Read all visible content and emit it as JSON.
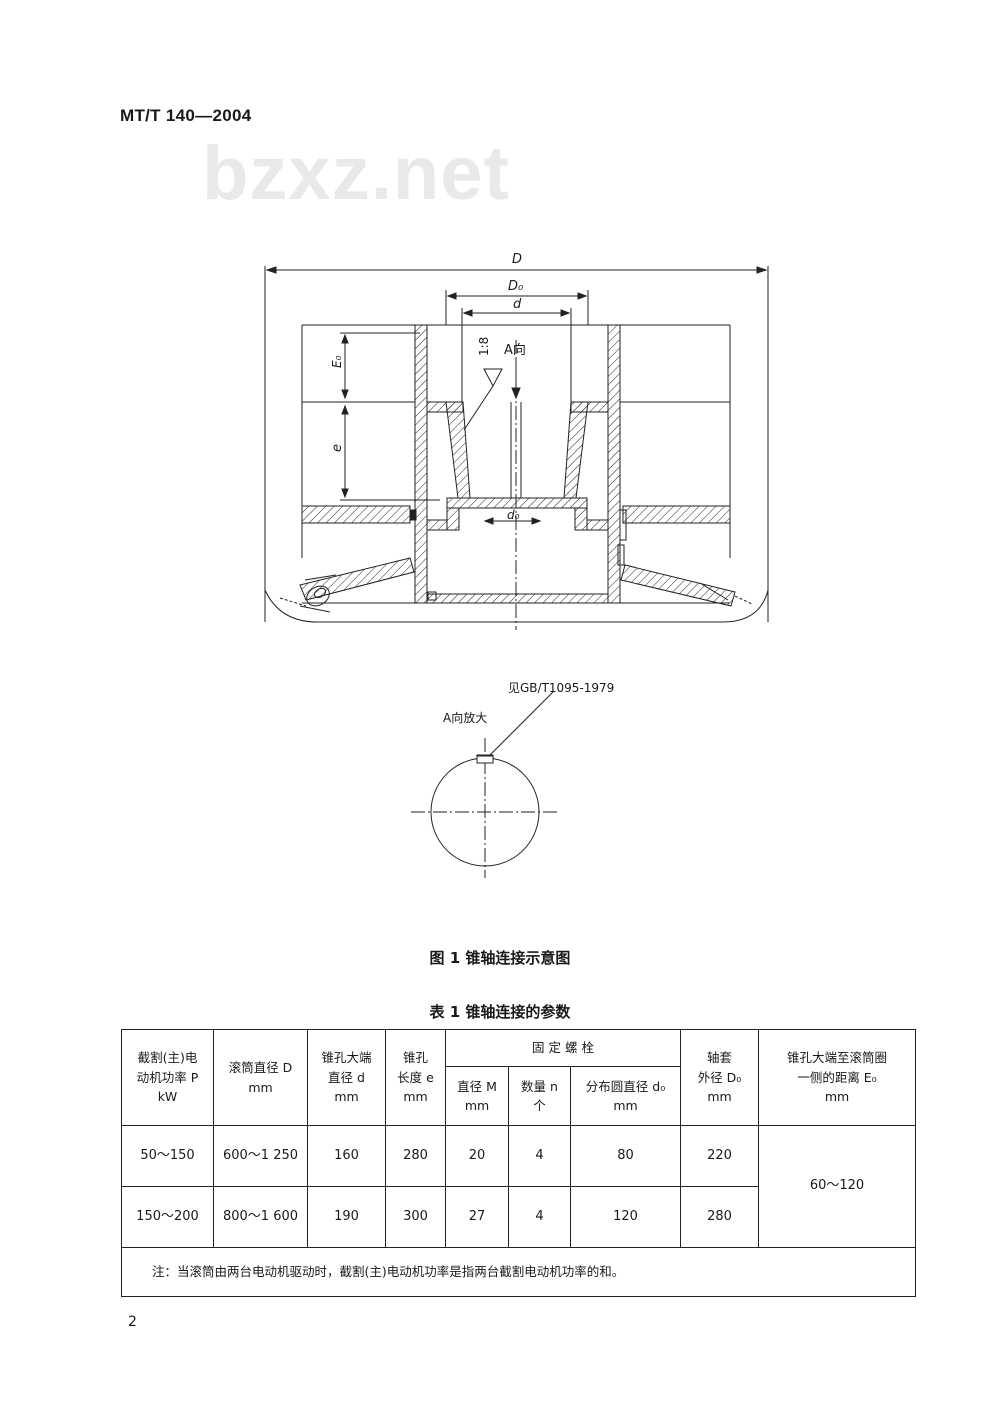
{
  "header": {
    "standard_code": "MT/T 140—2004"
  },
  "watermark": {
    "text": "bzxz.net"
  },
  "figure": {
    "labels": {
      "D": "D",
      "D0": "D₀",
      "d": "d",
      "taper": "1:8",
      "view_a": "A向",
      "E0": "E₀",
      "e": "e",
      "d0": "d₀",
      "ref_standard": "见GB/T1095-1979",
      "view_a_enlarged": "A向放大"
    },
    "caption": "图 1   锥轴连接示意图"
  },
  "table": {
    "title": "表 1   锥轴连接的参数",
    "headers": {
      "power": [
        "截割(主)电",
        "动机功率 P",
        "kW"
      ],
      "drum_dia": [
        "滚筒直径 D",
        "mm"
      ],
      "bore_dia": [
        "锥孔大端",
        "直径 d",
        "mm"
      ],
      "bore_len": [
        "锥孔",
        "长度 e",
        "mm"
      ],
      "bolt_group": "固 定 螺 栓",
      "bolt_dia": [
        "直径 M",
        "mm"
      ],
      "bolt_qty": [
        "数量 n",
        "个"
      ],
      "bolt_circle": [
        "分布圆直径 d₀",
        "mm"
      ],
      "sleeve": [
        "轴套",
        "外径 D₀",
        "mm"
      ],
      "distance": [
        "锥孔大端至滚筒圈",
        "一侧的距离 E₀",
        "mm"
      ]
    },
    "rows": [
      {
        "power": "50～150",
        "drum_dia": "600～1 250",
        "bore_dia": "160",
        "bore_len": "280",
        "bolt_dia": "20",
        "bolt_qty": "4",
        "bolt_circle": "80",
        "sleeve": "220"
      },
      {
        "power": "150～200",
        "drum_dia": "800～1 600",
        "bore_dia": "190",
        "bore_len": "300",
        "bolt_dia": "27",
        "bolt_qty": "4",
        "bolt_circle": "120",
        "sleeve": "280"
      }
    ],
    "distance_value": "60～120",
    "note": "注：当滚筒由两台电动机驱动时，截割(主)电动机功率是指两台截割电动机功率的和。"
  },
  "footer": {
    "page_number": "2"
  }
}
